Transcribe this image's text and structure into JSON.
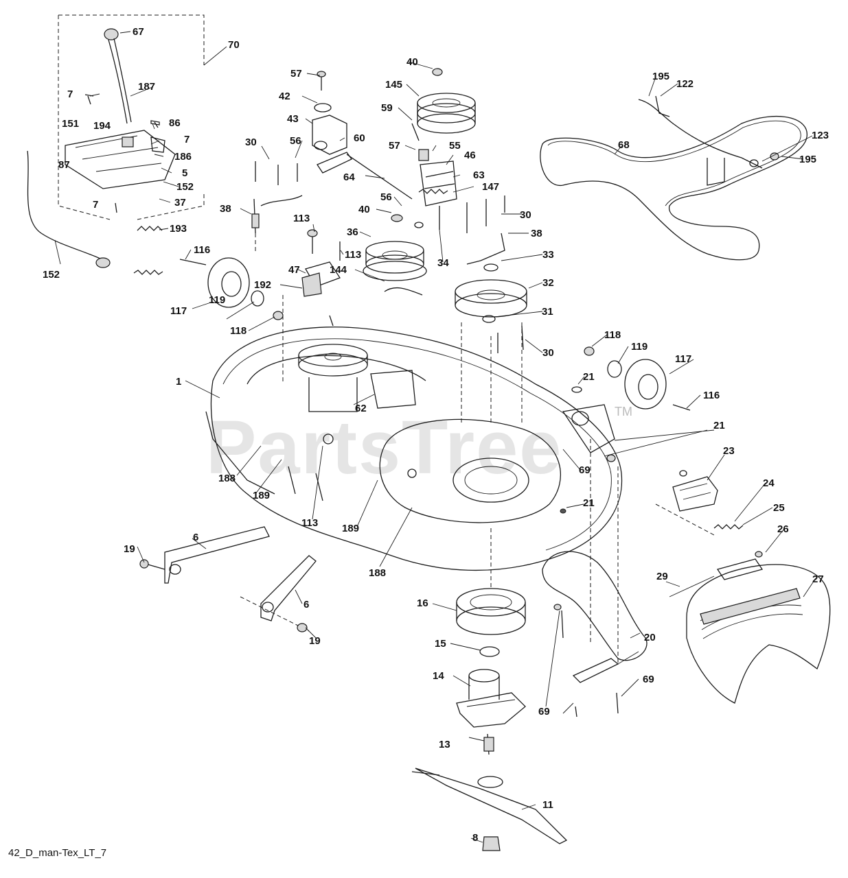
{
  "diagram": {
    "footer_code": "42_D_man-Tex_LT_7",
    "watermark": "PartsTree",
    "watermark_mark": "TM",
    "callouts": [
      "67",
      "70",
      "187",
      "7",
      "86",
      "151",
      "194",
      "7",
      "186",
      "87",
      "5",
      "152",
      "7",
      "37",
      "193",
      "152",
      "116",
      "117",
      "119",
      "118",
      "57",
      "42",
      "43",
      "60",
      "56",
      "30",
      "38",
      "64",
      "113",
      "113",
      "47",
      "192",
      "36",
      "144",
      "40",
      "145",
      "59",
      "57",
      "55",
      "46",
      "63",
      "147",
      "56",
      "40",
      "34",
      "30",
      "38",
      "33",
      "32",
      "31",
      "30",
      "195",
      "122",
      "68",
      "123",
      "195",
      "118",
      "119",
      "117",
      "21",
      "116",
      "21",
      "23",
      "1",
      "62",
      "69",
      "188",
      "189",
      "113",
      "21",
      "24",
      "25",
      "189",
      "188",
      "26",
      "19",
      "6",
      "6",
      "19",
      "29",
      "27",
      "16",
      "15",
      "20",
      "14",
      "69",
      "69",
      "13",
      "11",
      "8"
    ]
  },
  "colors": {
    "line": "#1a1a1a",
    "watermark": "#cfcfcf",
    "background": "#ffffff"
  }
}
